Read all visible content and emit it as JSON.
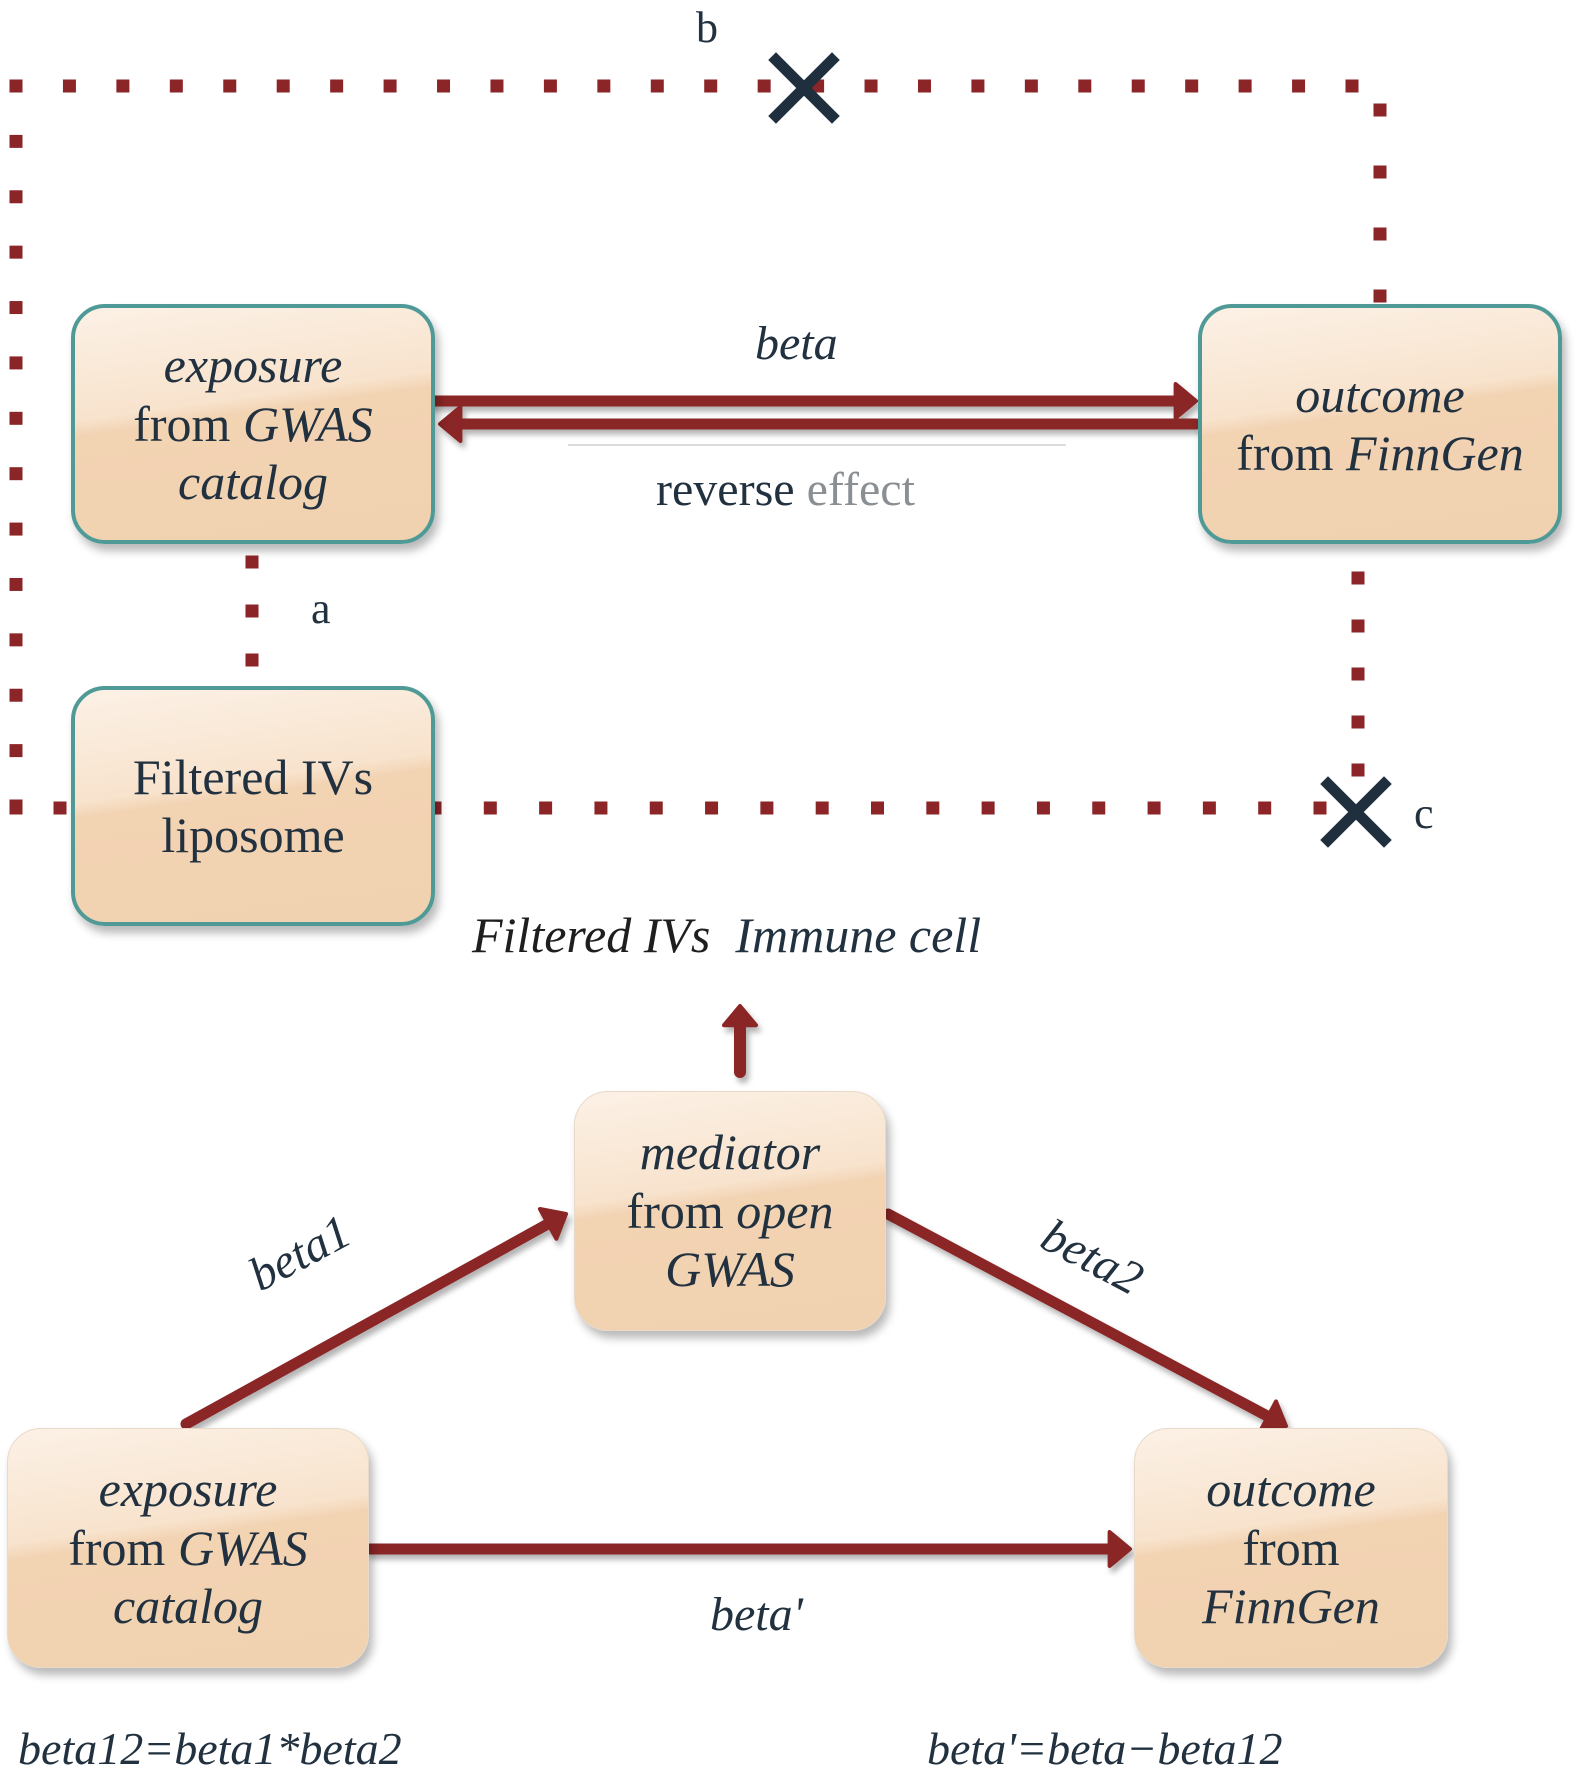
{
  "colors": {
    "arrow": "#8b2528",
    "dot": "#8b2528",
    "cross": "#1f2f3d",
    "text": "#22313f",
    "box_fill": "#f2d3b2",
    "box_border": "#4f9a96"
  },
  "top_panel": {
    "exposure_box": {
      "line1": "exposure",
      "line2_plain": "from ",
      "line2_italic": "GWAS",
      "line3": "catalog"
    },
    "outcome_box": {
      "line1": "outcome",
      "line2_plain": "from ",
      "line2_italic": "FinnGen"
    },
    "liposome_box": {
      "line1": "Filtered IVs",
      "line2": "liposome"
    },
    "beta_label": "beta",
    "reverse_label_part1": "reverse",
    "reverse_label_part2": "effect",
    "assumption_a": "a",
    "assumption_b": "b",
    "assumption_c": "c",
    "crosses": [
      "cross-icon",
      "cross-icon"
    ]
  },
  "middle": {
    "filtered_ivs_label_part1": "Filtered IVs",
    "filtered_ivs_label_part2": "Immune cell"
  },
  "bottom_panel": {
    "mediator_box": {
      "line1": "mediator",
      "line2_plain": "from ",
      "line2_italic": "open",
      "line3": "GWAS"
    },
    "exposure_box": {
      "line1": "exposure",
      "line2_plain": "from ",
      "line2_italic": "GWAS",
      "line3": "catalog"
    },
    "outcome_box": {
      "line1": "outcome",
      "line2": "from",
      "line3": "FinnGen"
    },
    "beta1_label": "beta1",
    "beta2_label": "beta2",
    "beta_prime_label": "beta'"
  },
  "formulas": {
    "left": "beta12=beta1*beta2",
    "right": "beta'=beta−beta12"
  }
}
